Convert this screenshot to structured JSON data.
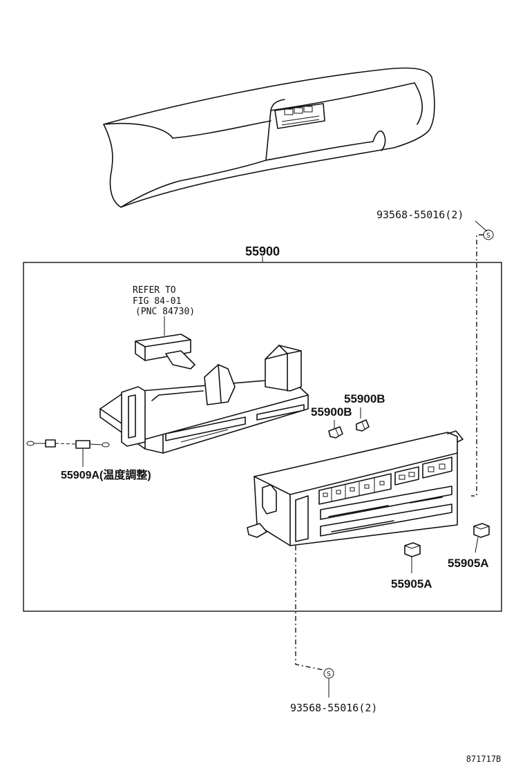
{
  "labels": {
    "assembly": "55900",
    "screw_top": "93568-55016(2)",
    "screw_bottom": "93568-55016(2)",
    "refer_line1": "REFER TO",
    "refer_line2": "FIG 84-01",
    "refer_line3": "(PNC 84730)",
    "bulb_a": "55900B",
    "bulb_b": "55900B",
    "resistor": "55909A(温度調整)",
    "knob_right": "55905A",
    "knob_left": "55905A",
    "screw_symbol_top": "S",
    "screw_symbol_bottom": "S",
    "figure_id": "871717B"
  }
}
